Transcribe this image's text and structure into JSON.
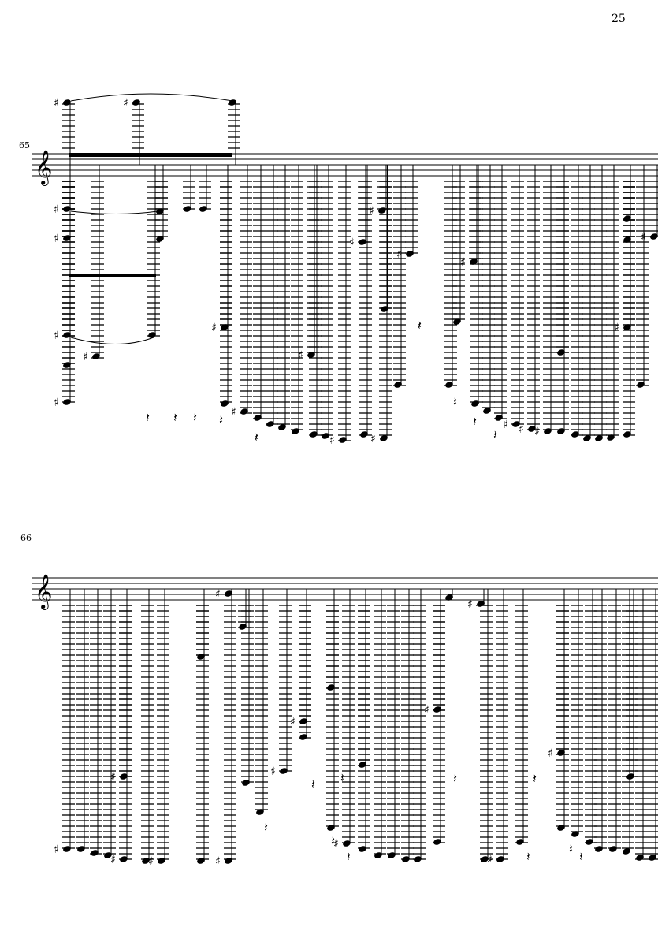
{
  "page_number": "25",
  "systems": [
    {
      "measure_number": "65",
      "clef": "treble"
    },
    {
      "measure_number": "66",
      "clef": "treble"
    }
  ]
}
